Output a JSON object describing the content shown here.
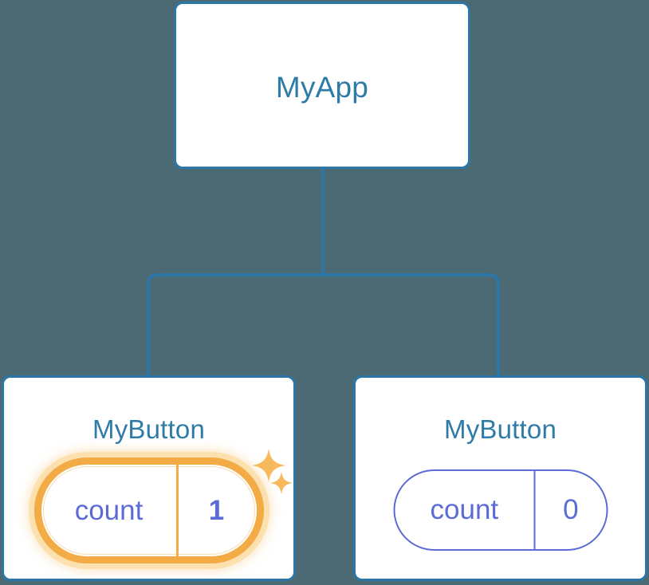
{
  "diagram": {
    "type": "component-tree",
    "background_color": "#4b6a74",
    "node_border_color": "#2c76a8",
    "node_title_color": "#2f7ba7",
    "prop_color": "#5c6bd6",
    "highlight_color": "#f2ab45",
    "highlight_glow_color": "#fce0ae",
    "connector_color": "#2c76a8"
  },
  "root": {
    "title": "MyApp"
  },
  "children": [
    {
      "title": "MyButton",
      "prop": {
        "key": "count",
        "value": "1"
      },
      "highlighted": true,
      "sparkles": [
        "sparkle-large",
        "sparkle-small"
      ]
    },
    {
      "title": "MyButton",
      "prop": {
        "key": "count",
        "value": "0"
      },
      "highlighted": false,
      "sparkles": []
    }
  ],
  "icons": {
    "sparkle_large": "sparkle-icon",
    "sparkle_small": "sparkle-icon"
  }
}
